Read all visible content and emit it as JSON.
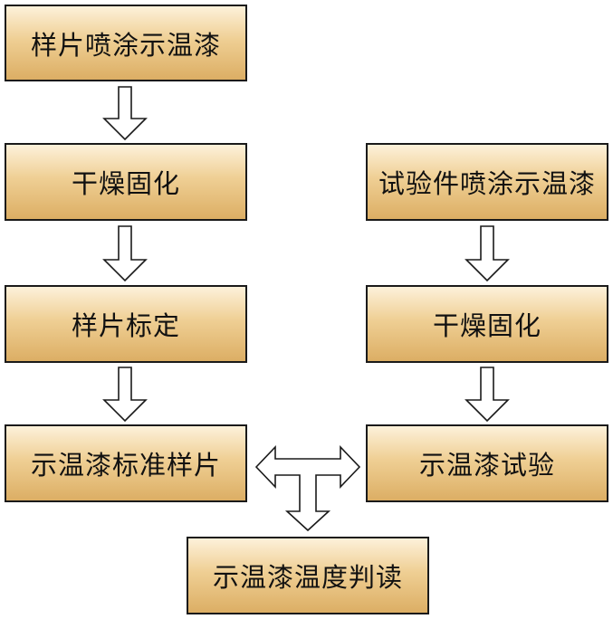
{
  "left_column": {
    "step1": "样片喷涂示温漆",
    "step2": "干燥固化",
    "step3": "样片标定",
    "step4": "示温漆标准样片"
  },
  "right_column": {
    "step1": "试验件喷涂示温漆",
    "step2": "干燥固化",
    "step3": "示温漆试验"
  },
  "bottom": {
    "step": "示温漆温度判读"
  },
  "colors": {
    "box_gradient_top": "#fdf1da",
    "box_gradient_mid": "#efcf94",
    "box_gradient_bottom": "#dcae64",
    "border": "#1a1a1a",
    "arrow_fill": "#ffffff"
  },
  "icons": {
    "down_arrow": "hollow-down-arrow",
    "merge_arrow": "hollow-t-arrow-left-right-down"
  }
}
